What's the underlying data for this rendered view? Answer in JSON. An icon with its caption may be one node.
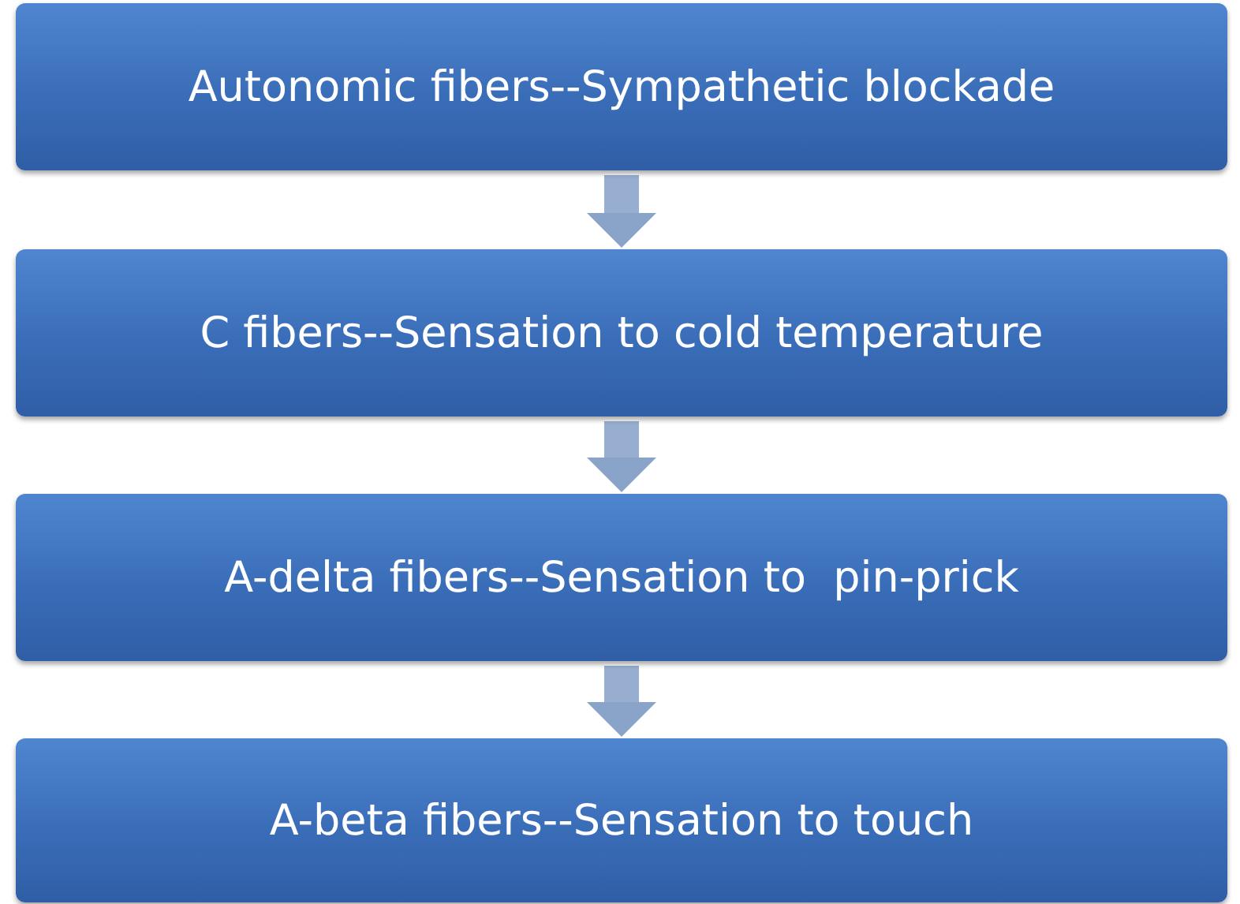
{
  "diagram": {
    "nodes": [
      {
        "text": [
          "Autonomic fibers--Sympathetic blockade"
        ]
      },
      {
        "text": [
          "C fibers--Sensation to cold temperature"
        ]
      },
      {
        "text": [
          "A-delta fibers--Sensation to  pin-prick"
        ]
      },
      {
        "text": [
          "A-beta fibers--Sensation to touch"
        ]
      }
    ],
    "edges": [
      {
        "from": 0,
        "to": 1,
        "arrow": "to"
      },
      {
        "from": 1,
        "to": 2,
        "arrow": "to"
      },
      {
        "from": 2,
        "to": 3,
        "arrow": "to"
      }
    ]
  }
}
